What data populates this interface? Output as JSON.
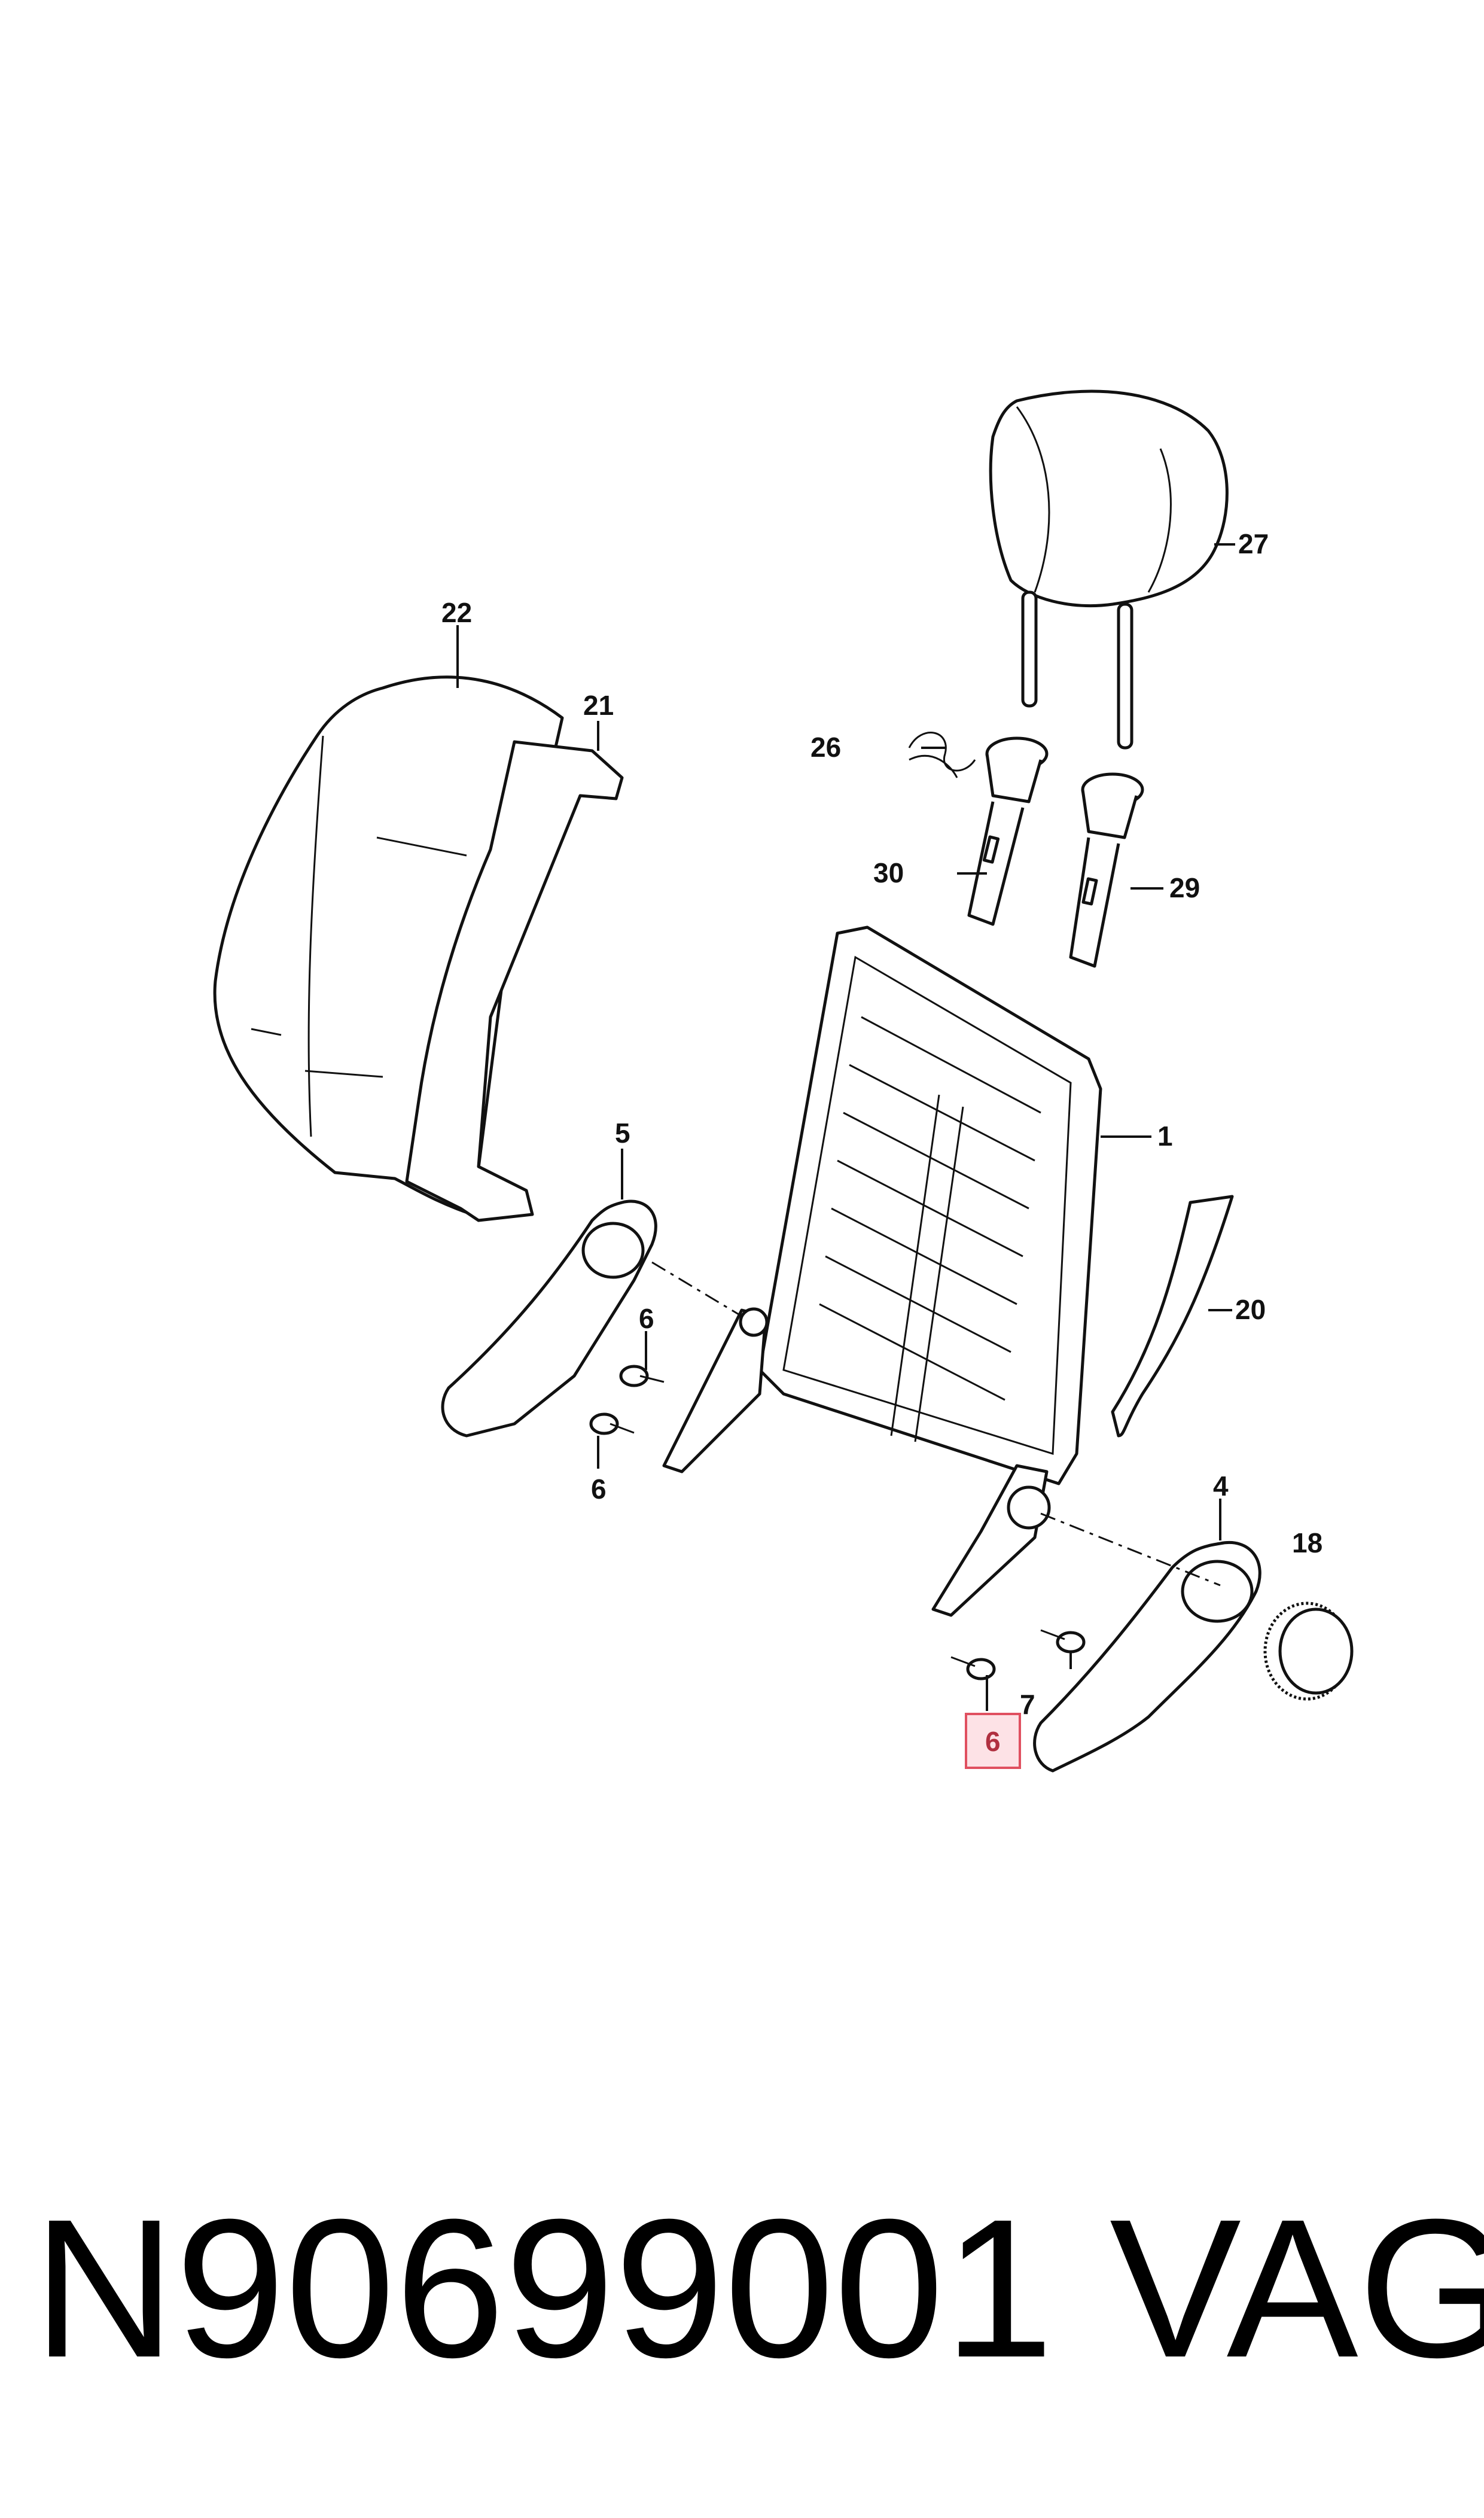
{
  "callouts": {
    "c1": "1",
    "c4": "4",
    "c5": "5",
    "c6a": "6",
    "c6b": "6",
    "c6c": "6",
    "c7": "7",
    "c18": "18",
    "c20": "20",
    "c21": "21",
    "c22": "22",
    "c26": "26",
    "c27": "27",
    "c29": "29",
    "c30": "30"
  },
  "highlight": {
    "label": "6",
    "color": "#e05060",
    "fill": "#fde2e6"
  },
  "footer": {
    "part_number": "N90699001",
    "brand": "VAG"
  }
}
